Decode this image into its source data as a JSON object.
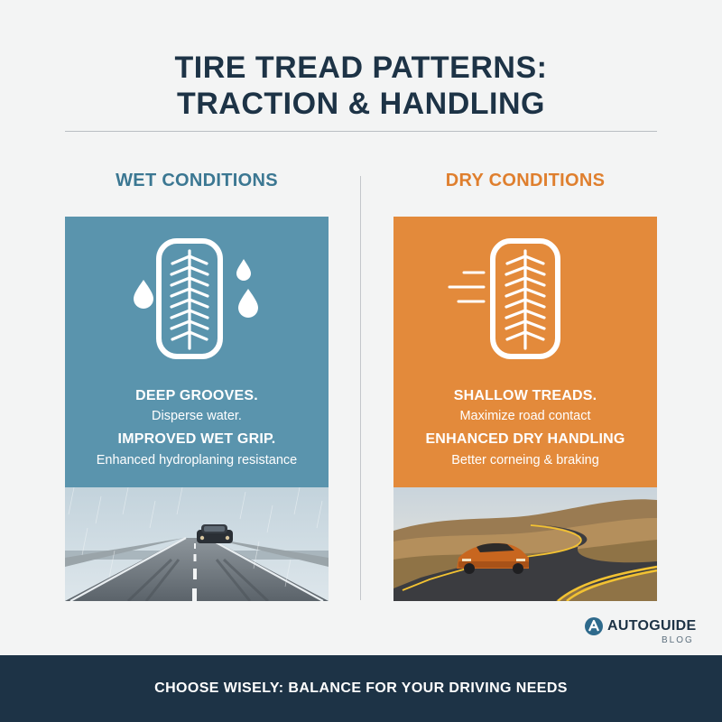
{
  "title": {
    "line1": "TIRE TREAD PATTERNS:",
    "line2": "TRACTION & HANDLING"
  },
  "wet": {
    "heading": "WET CONDITIONS",
    "point1_title": "DEEP GROOVES.",
    "point1_text": "Disperse water.",
    "point2_title": "IMPROVED WET GRIP.",
    "point2_text": "Enhanced hydroplaning resistance",
    "icon": "tire-tread-with-water-drops-icon",
    "photo": "rainy-highway-with-car"
  },
  "dry": {
    "heading": "DRY CONDITIONS",
    "point1_title": "SHALLOW TREADS.",
    "point1_text": "Maximize road contact",
    "point2_title": "ENHANCED DRY HANDLING",
    "point2_text": "Better corneing & braking",
    "icon": "tire-tread-with-speed-lines-icon",
    "photo": "orange-sports-car-on-curvy-road"
  },
  "logo": {
    "name": "AUTOGUIDE",
    "sub": "BLOG",
    "icon": "a-logo-icon"
  },
  "footer": {
    "text": "CHOOSE WISELY: BALANCE FOR YOUR DRIVING NEEDS"
  },
  "colors": {
    "navy": "#1d3346",
    "wet_panel": "#5a94ad",
    "wet_heading": "#3b7792",
    "dry_panel": "#e38a3b",
    "dry_heading": "#df7f2e"
  }
}
